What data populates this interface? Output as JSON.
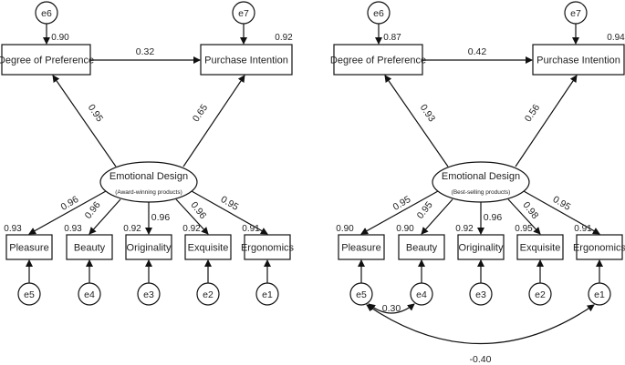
{
  "panels": [
    {
      "id": "left",
      "nodes": {
        "pref": "Degree of Preference",
        "purchase": "Purchase Intention",
        "emo_title": "Emotional Design",
        "emo_sub": "(Award-winning products)",
        "ind": [
          "Pleasure",
          "Beauty",
          "Originality",
          "Exquisite",
          "Ergonomics"
        ],
        "err_ind": [
          "e5",
          "e4",
          "e3",
          "e2",
          "e1"
        ],
        "err_pref": "e6",
        "err_purchase": "e7"
      },
      "values": {
        "r2_pref": "0.90",
        "r2_purchase": "0.92",
        "path_pref_purchase": "0.32",
        "path_emo_pref": "0.95",
        "path_emo_purchase": "0.65",
        "loadings": [
          "0.96",
          "0.96",
          "0.96",
          "0.96",
          "0.95"
        ],
        "r2_ind": [
          "0.93",
          "0.93",
          "0.92",
          "0.92",
          "0.91"
        ]
      },
      "covariances": []
    },
    {
      "id": "right",
      "nodes": {
        "pref": "Degree of Preference",
        "purchase": "Purchase Intention",
        "emo_title": "Emotional Design",
        "emo_sub": "(Best-selling products)",
        "ind": [
          "Pleasure",
          "Beauty",
          "Originality",
          "Exquisite",
          "Ergonomics"
        ],
        "err_ind": [
          "e5",
          "e4",
          "e3",
          "e2",
          "e1"
        ],
        "err_pref": "e6",
        "err_purchase": "e7"
      },
      "values": {
        "r2_pref": "0.87",
        "r2_purchase": "0.94",
        "path_pref_purchase": "0.42",
        "path_emo_pref": "0.93",
        "path_emo_purchase": "0.56",
        "loadings": [
          "0.95",
          "0.95",
          "0.96",
          "0.98",
          "0.95"
        ],
        "r2_ind": [
          "0.90",
          "0.90",
          "0.92",
          "0.95",
          "0.91"
        ]
      },
      "covariances": [
        {
          "from": "e5",
          "to": "e4",
          "value": "0.30"
        },
        {
          "from": "e5",
          "to": "e1",
          "value": "-0.40"
        }
      ]
    }
  ]
}
